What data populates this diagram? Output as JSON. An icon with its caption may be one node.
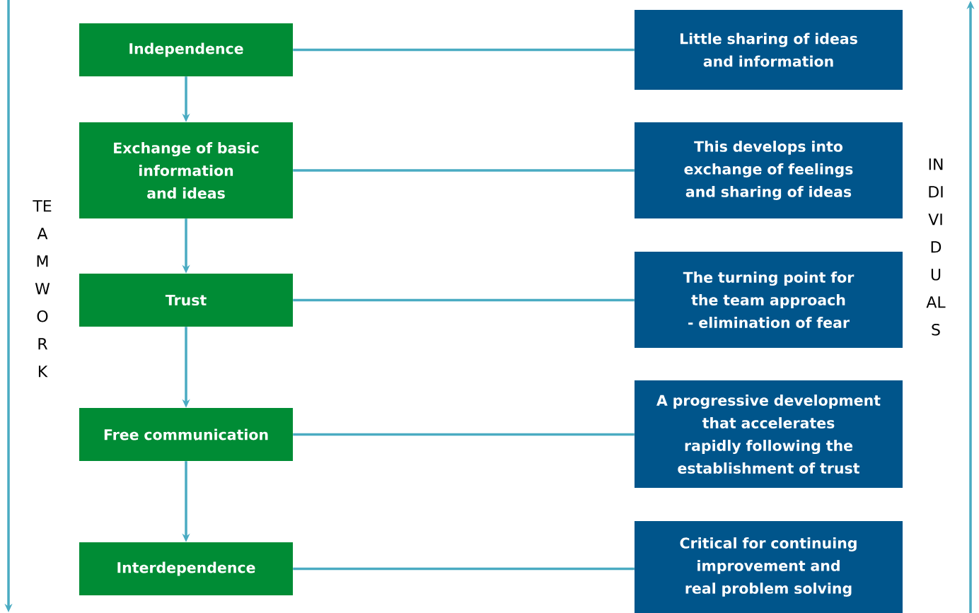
{
  "diagram": {
    "nodes": [
      {
        "text": [
          "Independence"
        ]
      },
      {
        "text": [
          "Little sharing of ideas and information"
        ]
      },
      {
        "text": [
          "Exchange of basic information and ideas"
        ]
      },
      {
        "text": [
          "This develops into exchange of feelings and sharing of ideas"
        ]
      },
      {
        "text": [
          "Trust"
        ]
      },
      {
        "text": [
          "The turning point for the team approach - elimination of fear"
        ]
      },
      {
        "text": [
          "Free communication"
        ]
      },
      {
        "text": [
          "A progressive development that accelerates rapidly following the establishment of trust"
        ]
      },
      {
        "text": [
          "Interdependence"
        ]
      },
      {
        "text": [
          "Critical for continuing improvement and real problem solving"
        ]
      }
    ],
    "edges": [
      {
        "from": 0,
        "to": 2,
        "arrow": "to"
      },
      {
        "from": 2,
        "to": 4,
        "arrow": "to"
      },
      {
        "from": 4,
        "to": 6,
        "arrow": "to"
      },
      {
        "from": 6,
        "to": 8,
        "arrow": "to"
      },
      {
        "from": 0,
        "to": 1,
        "arrow": "none"
      },
      {
        "from": 2,
        "to": 3,
        "arrow": "none"
      },
      {
        "from": 4,
        "to": 5,
        "arrow": "none"
      },
      {
        "from": 6,
        "to": 7,
        "arrow": "none"
      },
      {
        "from": 8,
        "to": 9,
        "arrow": "none"
      }
    ],
    "labels": [
      "TEAMWORK",
      "INDIVIDUALS"
    ]
  }
}
